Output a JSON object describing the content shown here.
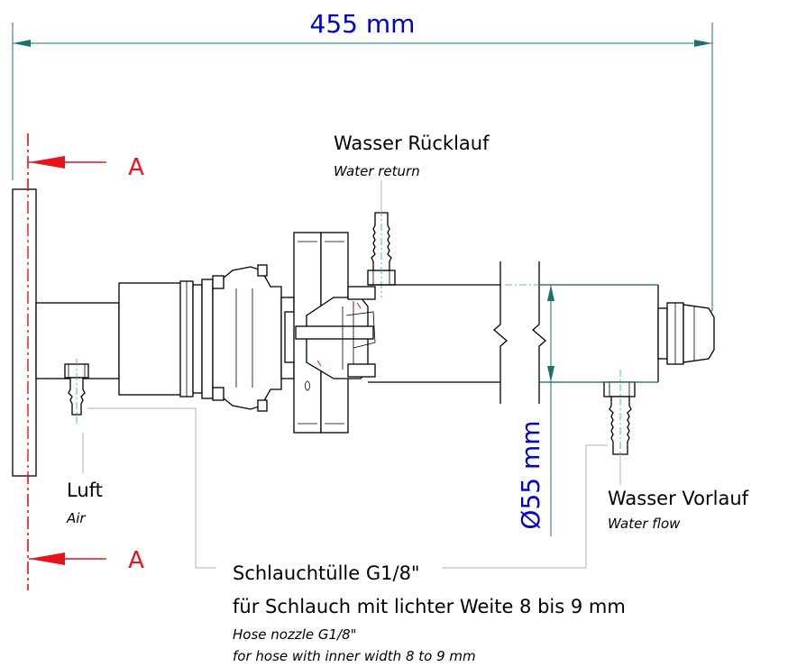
{
  "dimensions": {
    "overall_length": "455 mm",
    "diameter": "Ø55 mm"
  },
  "section": {
    "top_label": "A",
    "bottom_label": "A"
  },
  "labels": {
    "water_return_de": "Wasser Rücklauf",
    "water_return_en": "Water return",
    "air_de": "Luft",
    "air_en": "Air",
    "water_flow_de": "Wasser Vorlauf",
    "water_flow_en": "Water flow",
    "hose_nozzle_de_1": "Schlauchtülle G1/8\"",
    "hose_nozzle_de_2": "für Schlauch mit lichter Weite 8 bis 9 mm",
    "hose_nozzle_en_1": "Hose nozzle G1/8\"",
    "hose_nozzle_en_2": "for hose with inner width 8 to 9 mm"
  },
  "colors": {
    "dimension_text": "#0000cc",
    "dimension_line": "#1f6f6f",
    "section_marker": "#e8141b",
    "center_line": "#1fa6c9",
    "leader_line": "#b0b0b0"
  }
}
